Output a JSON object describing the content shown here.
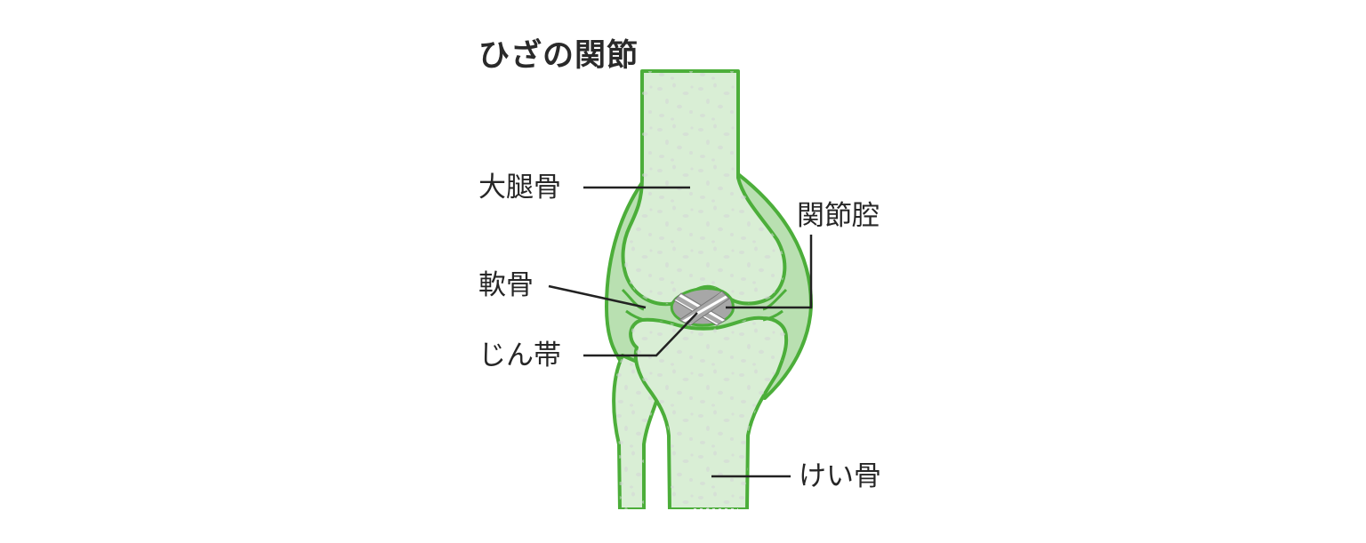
{
  "title": "ひざの関節",
  "labels": {
    "femur": "大腿骨",
    "joint_cavity": "関節腔",
    "cartilage": "軟骨",
    "ligament": "じん帯",
    "tibia": "けい骨"
  },
  "colors": {
    "outline": "#4cae3a",
    "bone_fill": "#d9eed5",
    "capsule_fill": "#b9e0b1",
    "speckle": "#d3d5d6",
    "ligament_fill": "#a7a7a7",
    "leader_line": "#222222",
    "text": "#262626"
  }
}
